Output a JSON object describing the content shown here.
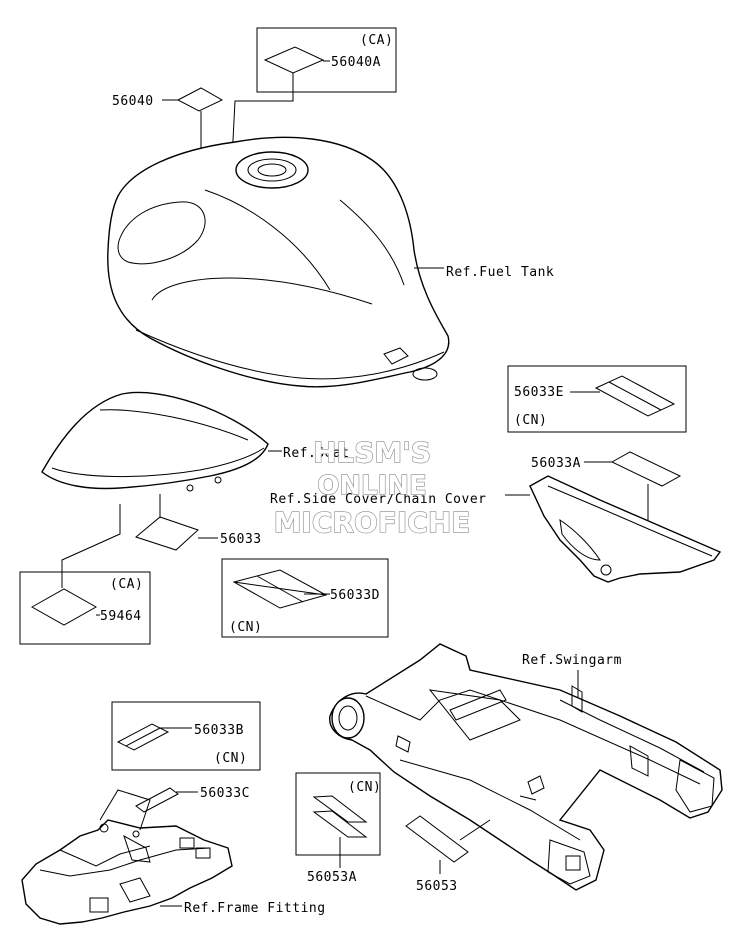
{
  "labels": {
    "p56040": "56040",
    "p56040A": "56040A",
    "ca_top": "(CA)",
    "ref_fuel_tank": "Ref.Fuel Tank",
    "p56033E": "56033E",
    "cn_e": "(CN)",
    "ref_seat": "Ref.Seat",
    "p56033A": "56033A",
    "ref_side_cover": "Ref.Side Cover/Chain Cover",
    "p56033": "56033",
    "ca_left": "(CA)",
    "p59464": "59464",
    "p56033D": "56033D",
    "cn_d": "(CN)",
    "ref_swingarm": "Ref.Swingarm",
    "p56033B": "56033B",
    "cn_b": "(CN)",
    "p56033C": "56033C",
    "cn_53": "(CN)",
    "p56053A": "56053A",
    "p56053": "56053",
    "ref_frame_fitting": "Ref.Frame Fitting"
  },
  "watermark": {
    "line1": "HLSM'S",
    "line2": "ONLINE",
    "line3": "MICROFICHE"
  }
}
